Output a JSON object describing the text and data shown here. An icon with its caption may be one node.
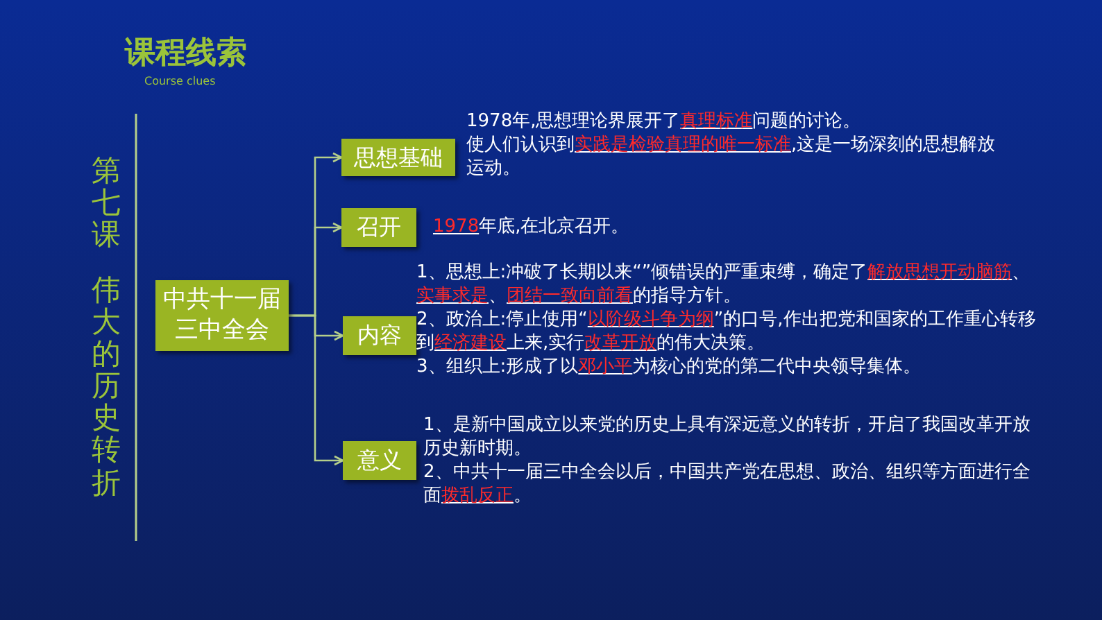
{
  "diagram": {
    "title": "课程线索",
    "nodes": [
      {
        "text": [
          "中共十一届三中全会"
        ]
      },
      {
        "text": [
          "思想基础"
        ],
        "beside": [
          "1978年,思想理论界展开了**真理标准**问题的讨论。",
          "使人们认识到**实践是检验真理的唯一标准**,这是一场深刻的思想解放运动。"
        ]
      },
      {
        "text": [
          "召开"
        ],
        "beside": [
          "**1978**年底,在北京召开。"
        ]
      },
      {
        "text": [
          "内容"
        ],
        "beside": [
          "1、思想上:冲破了长期以来“”倾错误的严重束缚，确定了**解放思想开动脑筋**、**实事求是**、**团结一致向前看**的指导方针。",
          "2、政治上:停止使用“**以阶级斗争为纲**”的口号,作出把党和国家的工作重心转移到**经济建设**上来,实行**改革开放**的伟大决策。",
          "3、组织上:形成了以**邓小平**为核心的党的第二代中央领导集体。"
        ]
      },
      {
        "text": [
          "意义"
        ],
        "beside": [
          "1、是新中国成立以来党的历史上具有深远意义的转折，开启了我国改革开放历史新时期。",
          "2、中共十一届三中全会以后，中国共产党在思想、政治、组织等方面进行全面**拨乱反正**。"
        ]
      }
    ],
    "edges": [
      {
        "from": 0,
        "to": 1,
        "arrow": "to"
      },
      {
        "from": 0,
        "to": 2,
        "arrow": "to"
      },
      {
        "from": 0,
        "to": 3,
        "arrow": "to"
      },
      {
        "from": 0,
        "to": 4,
        "arrow": "to"
      }
    ],
    "labels": [
      "Course clues",
      "第七课",
      "伟大的历史转折"
    ]
  }
}
